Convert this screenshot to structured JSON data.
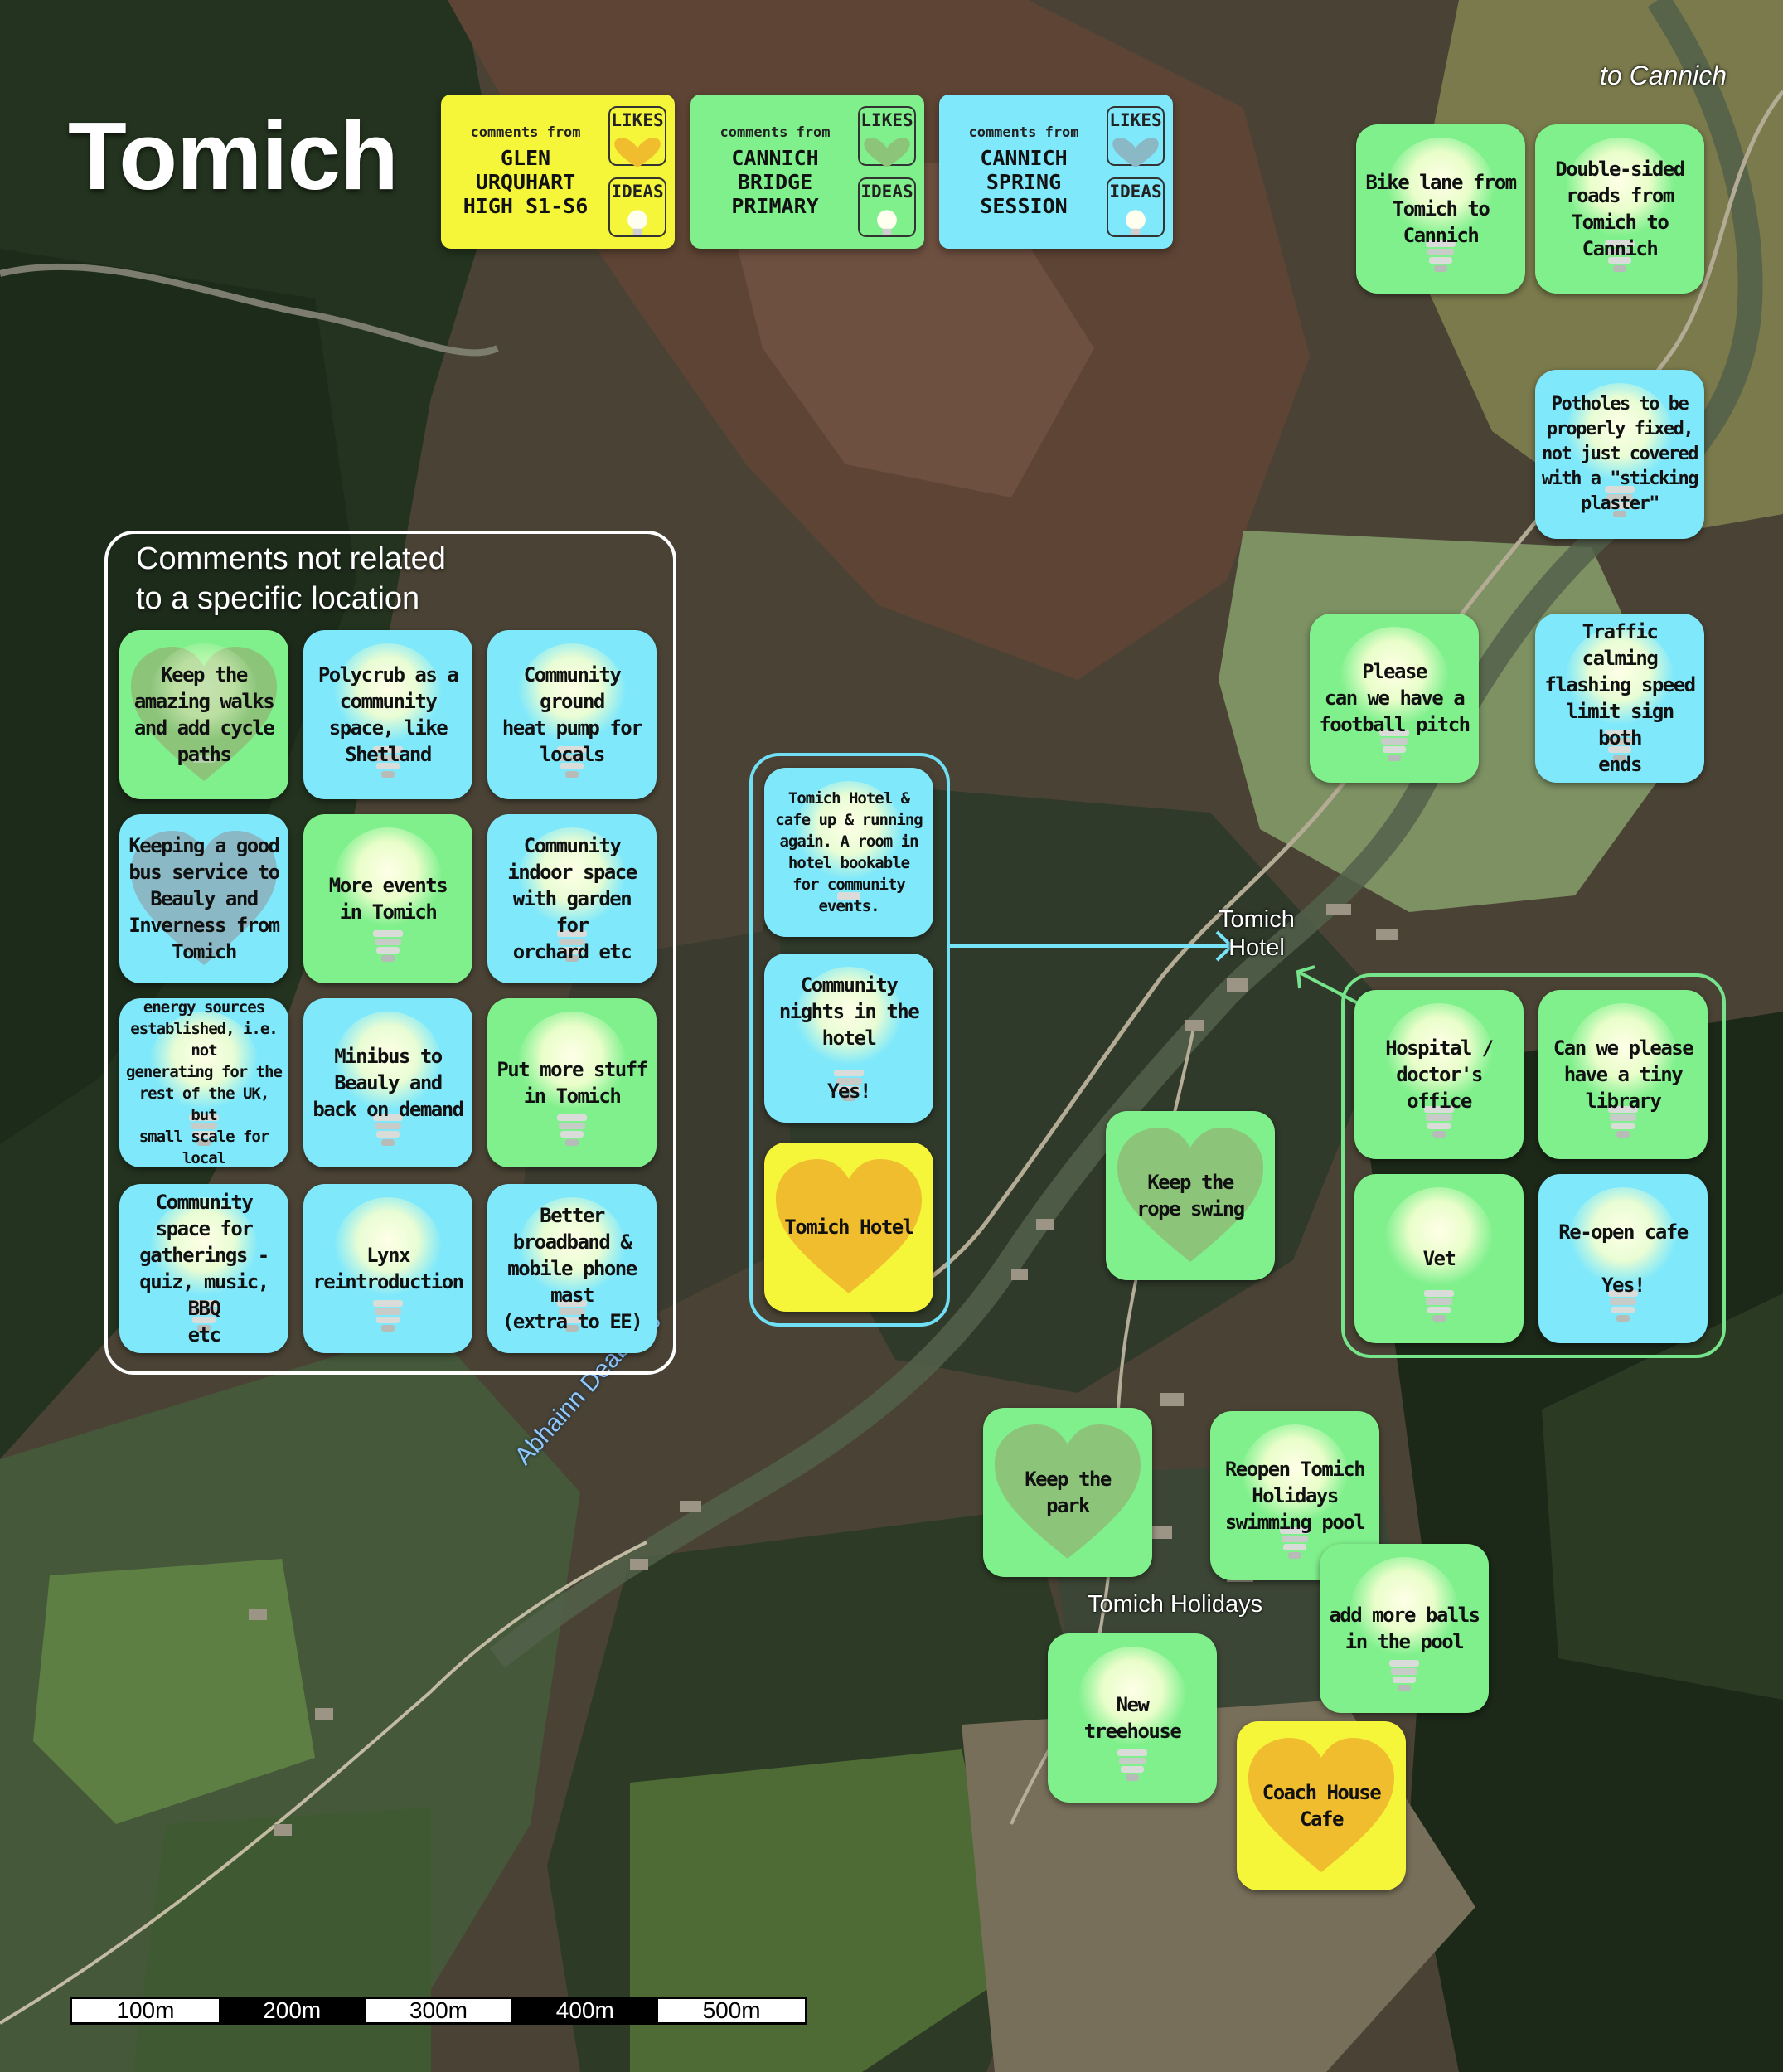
{
  "map": {
    "title": "Tomich",
    "direction_label": "to Cannich",
    "places": {
      "hotel": "Tomich\nHotel",
      "holidays": "Tomich Holidays"
    },
    "river": "Abhainn Deabhag",
    "unlocated_heading": "Comments not related\nto a specific location",
    "scale_labels": [
      "100m",
      "200m",
      "300m",
      "400m",
      "500m"
    ]
  },
  "legend": [
    {
      "from": "comments from",
      "group": "GLEN\nURQUHART\nHIGH S1-S6",
      "color": "#f5f53a",
      "likes": "LIKES",
      "ideas": "IDEAS"
    },
    {
      "from": "comments from",
      "group": "CANNICH\nBRIDGE\nPRIMARY",
      "color": "#80f08c",
      "likes": "LIKES",
      "ideas": "IDEAS"
    },
    {
      "from": "comments from",
      "group": "CANNICH\nSPRING\nSESSION",
      "color": "#7fe8fb",
      "likes": "LIKES",
      "ideas": "IDEAS"
    }
  ],
  "cards": [
    {
      "text": "Bike lane from\nTomich to\nCannich"
    },
    {
      "text": "Double-sided\nroads from\nTomich to\nCannich"
    },
    {
      "text": "Potholes to be\nproperly fixed,\nnot just covered\nwith a \"sticking\nplaster\""
    },
    {
      "text": "Please\ncan we have a\nfootball pitch"
    },
    {
      "text": "Traffic calming\nflashing speed\nlimit sign both\nends"
    },
    {
      "text": "Keep the\namazing walks\nand add cycle\npaths"
    },
    {
      "text": "Polycrub as a\ncommunity\nspace, like\nShetland"
    },
    {
      "text": "Community\nground\nheat pump for\nlocals"
    },
    {
      "text": "Keeping a good\nbus service to\nBeauly and\nInverness from\nTomich"
    },
    {
      "text": "More events\nin Tomich"
    },
    {
      "text": "Community\nindoor space\nwith garden for\norchard etc"
    },
    {
      "text": "Community green\nenergy sources\nestablished, i.e. not\ngenerating for the\nrest of the UK, but\nsmall scale for local\ncommunities"
    },
    {
      "text": "Minibus to\nBeauly and\nback on demand"
    },
    {
      "text": "Put more stuff\nin Tomich"
    },
    {
      "text": "Community\nspace for\ngatherings -\nquiz, music, BBQ\netc"
    },
    {
      "text": "Lynx\nreintroduction"
    },
    {
      "text": "Better\nbroadband &\nmobile phone\nmast\n(extra to EE)"
    },
    {
      "text": "Tomich Hotel &\ncafe up & running\nagain. A room in\nhotel bookable\nfor community\nevents."
    },
    {
      "text": "Community\nnights in the\nhotel\n\nYes!"
    },
    {
      "text": "Tomich Hotel"
    },
    {
      "text": "Hospital /\ndoctor's office"
    },
    {
      "text": "Can we please\nhave a tiny\nlibrary"
    },
    {
      "text": "Vet"
    },
    {
      "text": "Re-open cafe\n\nYes!"
    },
    {
      "text": "Keep the\nrope swing"
    },
    {
      "text": "Keep the\npark"
    },
    {
      "text": "Reopen Tomich\nHolidays\nswimming pool"
    },
    {
      "text": "add more balls\nin the pool"
    },
    {
      "text": "New\ntreehouse"
    },
    {
      "text": "Coach House\nCafe"
    }
  ]
}
